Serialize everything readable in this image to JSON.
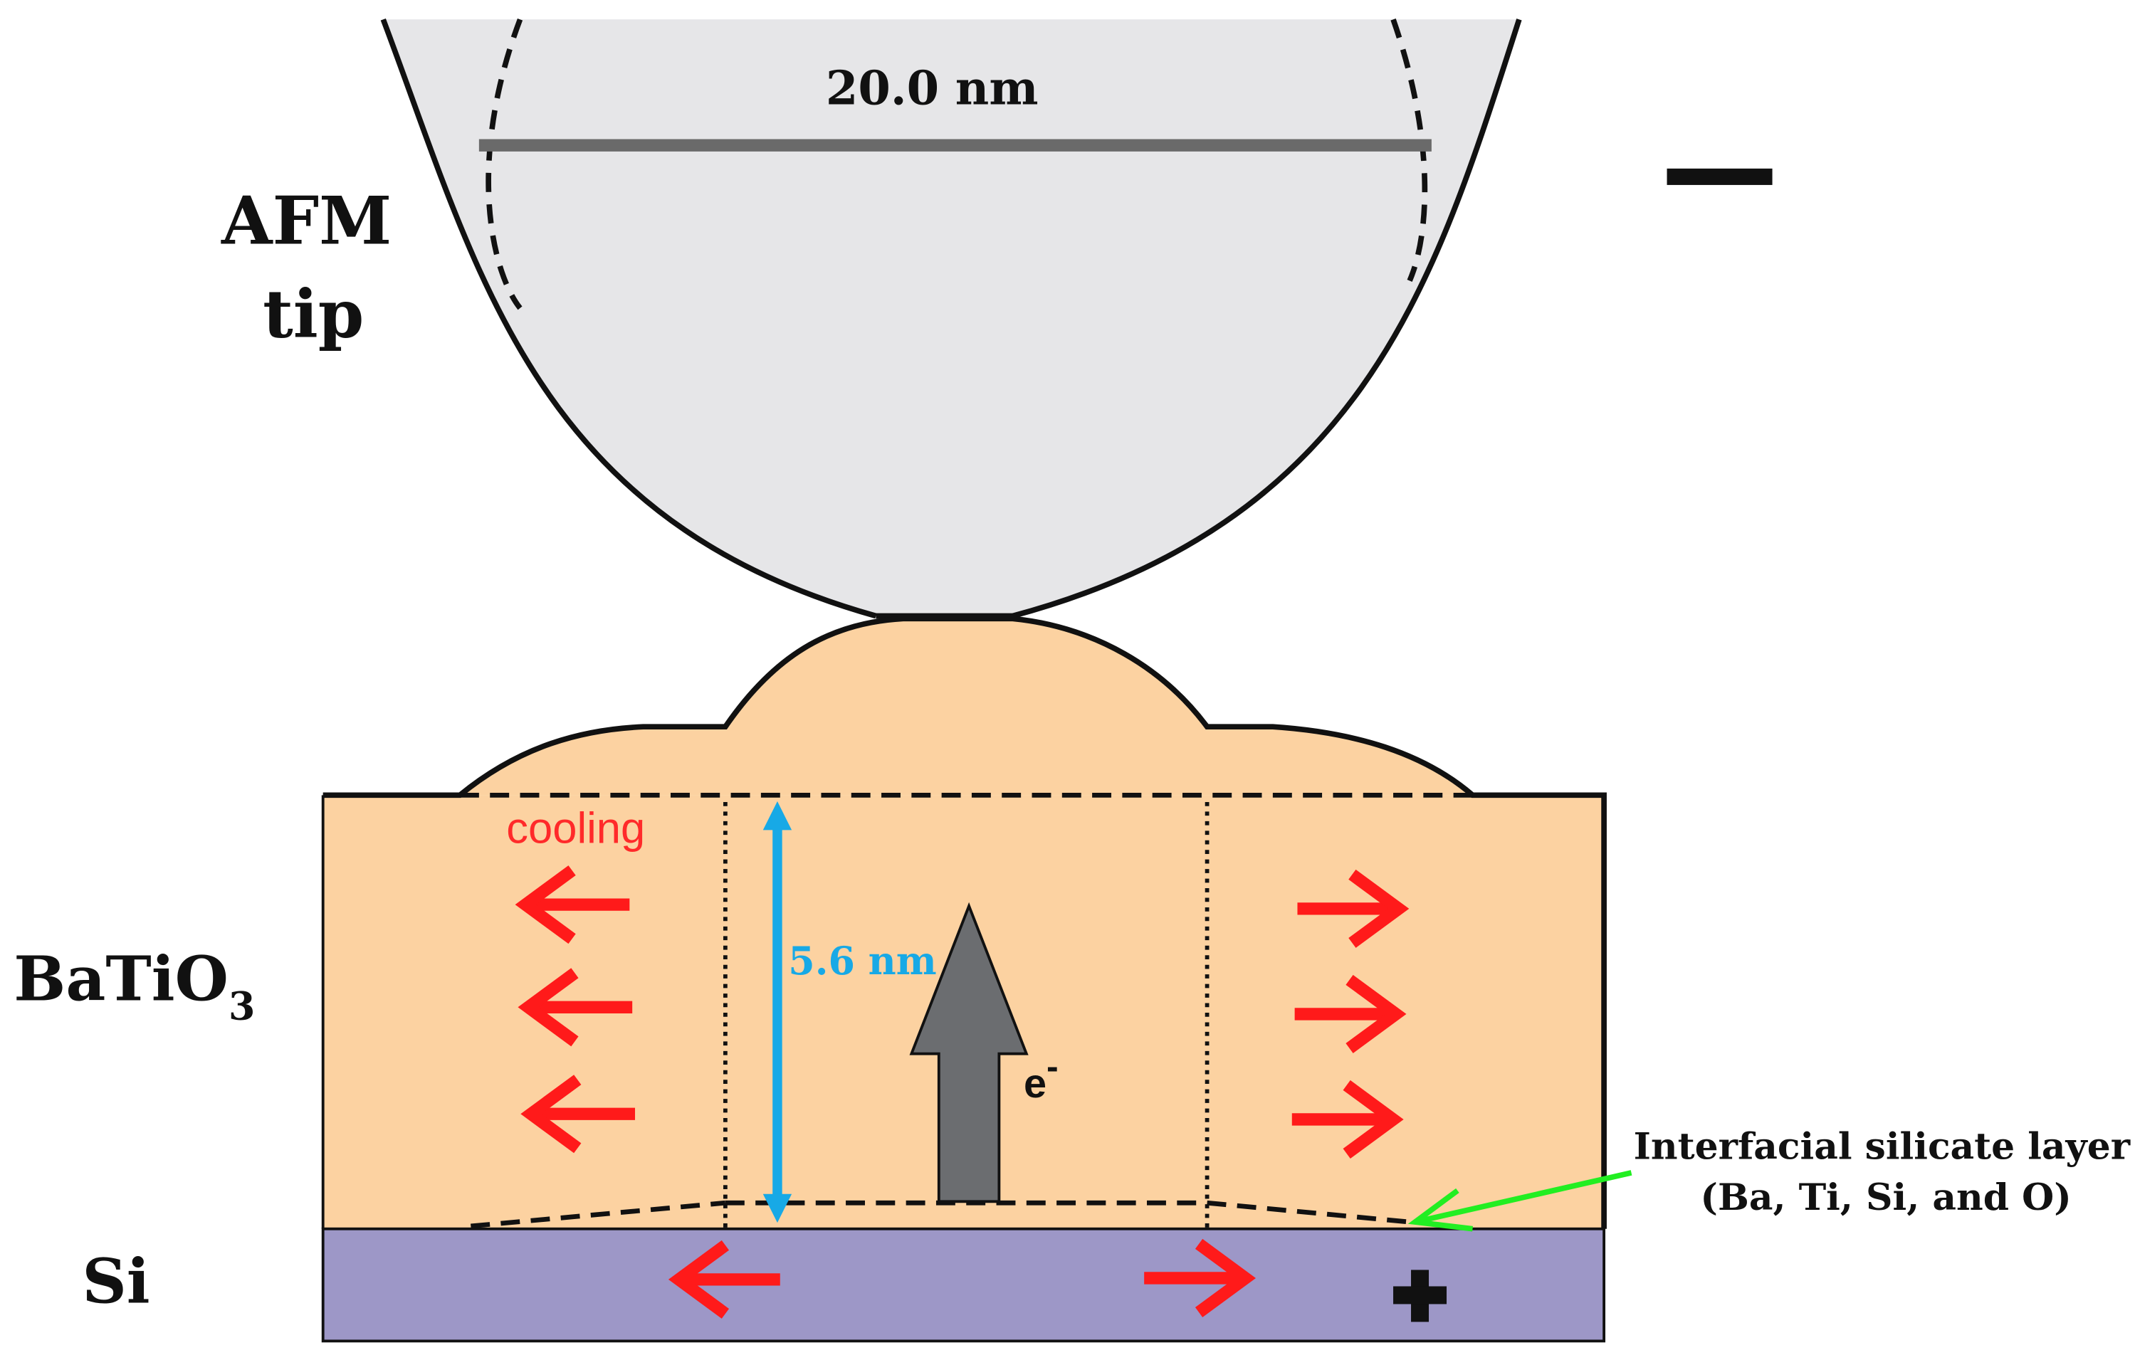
{
  "labels": {
    "afm_line1": "AFM",
    "afm_line2": "tip",
    "tip_diameter": "20.0 nm",
    "batio3_main": "BaTiO",
    "batio3_sub": "3",
    "si": "Si",
    "cooling": "cooling",
    "thickness": "5.6 nm",
    "electron_main": "e",
    "electron_sup": "-",
    "interface_line1": "Interfacial silicate layer",
    "interface_line2": "(Ba, Ti, Si, and O)",
    "minus_sign": "−",
    "plus_sign": "+"
  },
  "colors": {
    "tip_fill": "#e6e6e8",
    "batio3_fill": "#fcd2a1",
    "si_fill": "#9d97c7",
    "red_arrow": "#ff1a1a",
    "cooling_text": "#ff2a2a",
    "thickness_arrow": "#17a9e6",
    "electron_arrow": "#6b6d70",
    "interface_arrow": "#22ee22",
    "outline": "#111111",
    "scale_bar": "#6a6a6a"
  }
}
